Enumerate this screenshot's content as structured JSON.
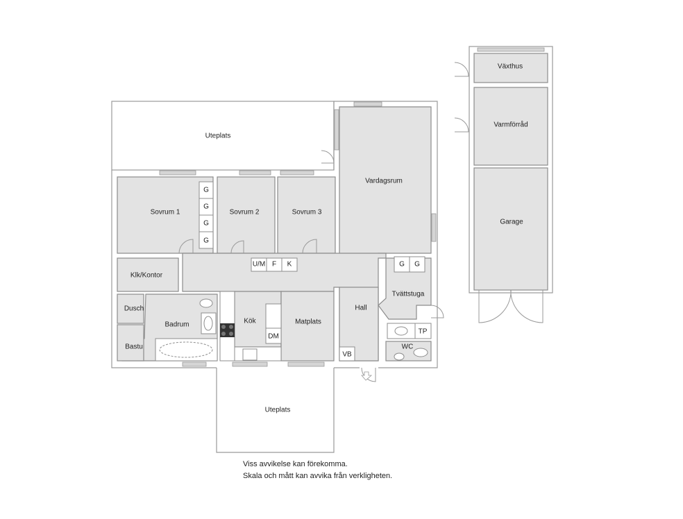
{
  "colors": {
    "room_fill": "#e3e3e3",
    "wall": "#8c8c8c",
    "outline": "#9a9a9a",
    "white": "#ffffff",
    "stove": "#333333"
  },
  "rooms": {
    "uteplats_top": "Uteplats",
    "sovrum1": "Sovrum 1",
    "sovrum2": "Sovrum 2",
    "sovrum3": "Sovrum 3",
    "vardagsrum": "Vardagsrum",
    "klk_kontor": "Klk/Kontor",
    "dusch": "Dusch",
    "badrum": "Badrum",
    "bastu": "Bastu",
    "kok": "Kök",
    "matplats": "Matplats",
    "hall": "Hall",
    "tvattstuga": "Tvättstuga",
    "wc": "WC",
    "uteplats_bottom": "Uteplats",
    "vaxthus": "Växthus",
    "varmforrad": "Varmförråd",
    "garage": "Garage"
  },
  "fixtures": {
    "wardrobes_sovrum1": [
      "G",
      "G",
      "G",
      "G"
    ],
    "hall_cabinets": [
      "U/M",
      "F",
      "K"
    ],
    "tvatt_cabinets": [
      "G",
      "G"
    ],
    "dm": "DM",
    "tp": "TP",
    "vb": "VB"
  },
  "notes": [
    "Viss avvikelse kan förekomma.",
    "Skala och mått kan avvika från verkligheten."
  ]
}
